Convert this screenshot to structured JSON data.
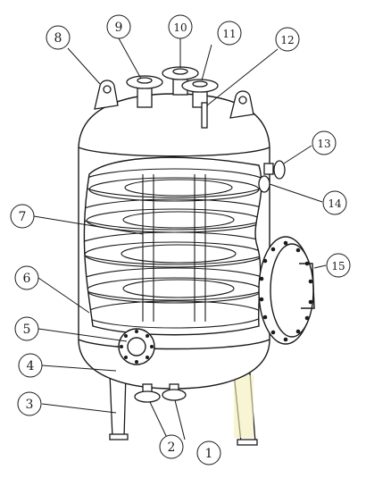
{
  "callouts": [
    {
      "id": "1",
      "label": "1"
    },
    {
      "id": "2",
      "label": "2"
    },
    {
      "id": "3",
      "label": "3"
    },
    {
      "id": "4",
      "label": "4"
    },
    {
      "id": "5",
      "label": "5"
    },
    {
      "id": "6",
      "label": "6"
    },
    {
      "id": "7",
      "label": "7"
    },
    {
      "id": "8",
      "label": "8"
    },
    {
      "id": "9",
      "label": "9"
    },
    {
      "id": "10",
      "label": "10"
    },
    {
      "id": "11",
      "label": "11"
    },
    {
      "id": "12",
      "label": "12"
    },
    {
      "id": "13",
      "label": "13"
    },
    {
      "id": "14",
      "label": "14"
    },
    {
      "id": "15",
      "label": "15"
    }
  ],
  "colors": {
    "stroke": "#1a1a1a",
    "vessel_fill": "#ffffff",
    "leg_shadow": "#f3efb8"
  }
}
